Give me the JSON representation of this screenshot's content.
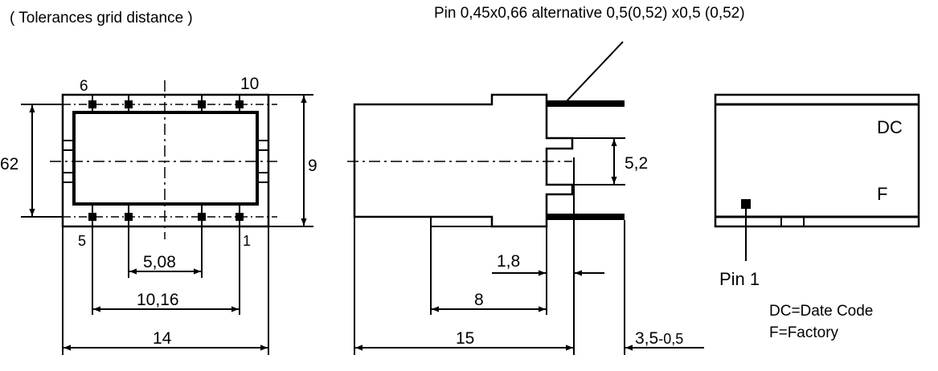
{
  "header": {
    "tolerance_note": "( Tolerances grid distance )",
    "pin_note": "Pin 0,45x0,66 alternative 0,5(0,52) x0,5 (0,52)"
  },
  "top_view": {
    "pin_top_left": "6",
    "pin_top_right": "10",
    "pin_bottom_left": "5",
    "pin_bottom_right": "1",
    "dim_height_outer": "62",
    "dim_height_inner": "9",
    "dim_pitch": "5,08",
    "dim_pitch_double": "10,16",
    "dim_width": "14"
  },
  "side_view": {
    "dim_pin_spacing": "5,2",
    "dim_offset": "1,8",
    "dim_body_step": "8",
    "dim_length": "15",
    "dim_pin_length": "3,5",
    "dim_pin_length_tol": "-0,5"
  },
  "marking_view": {
    "label_dc": "DC",
    "label_f": "F",
    "pin1_label": "Pin 1",
    "legend_dc": "DC=Date Code",
    "legend_f": "F=Factory"
  }
}
